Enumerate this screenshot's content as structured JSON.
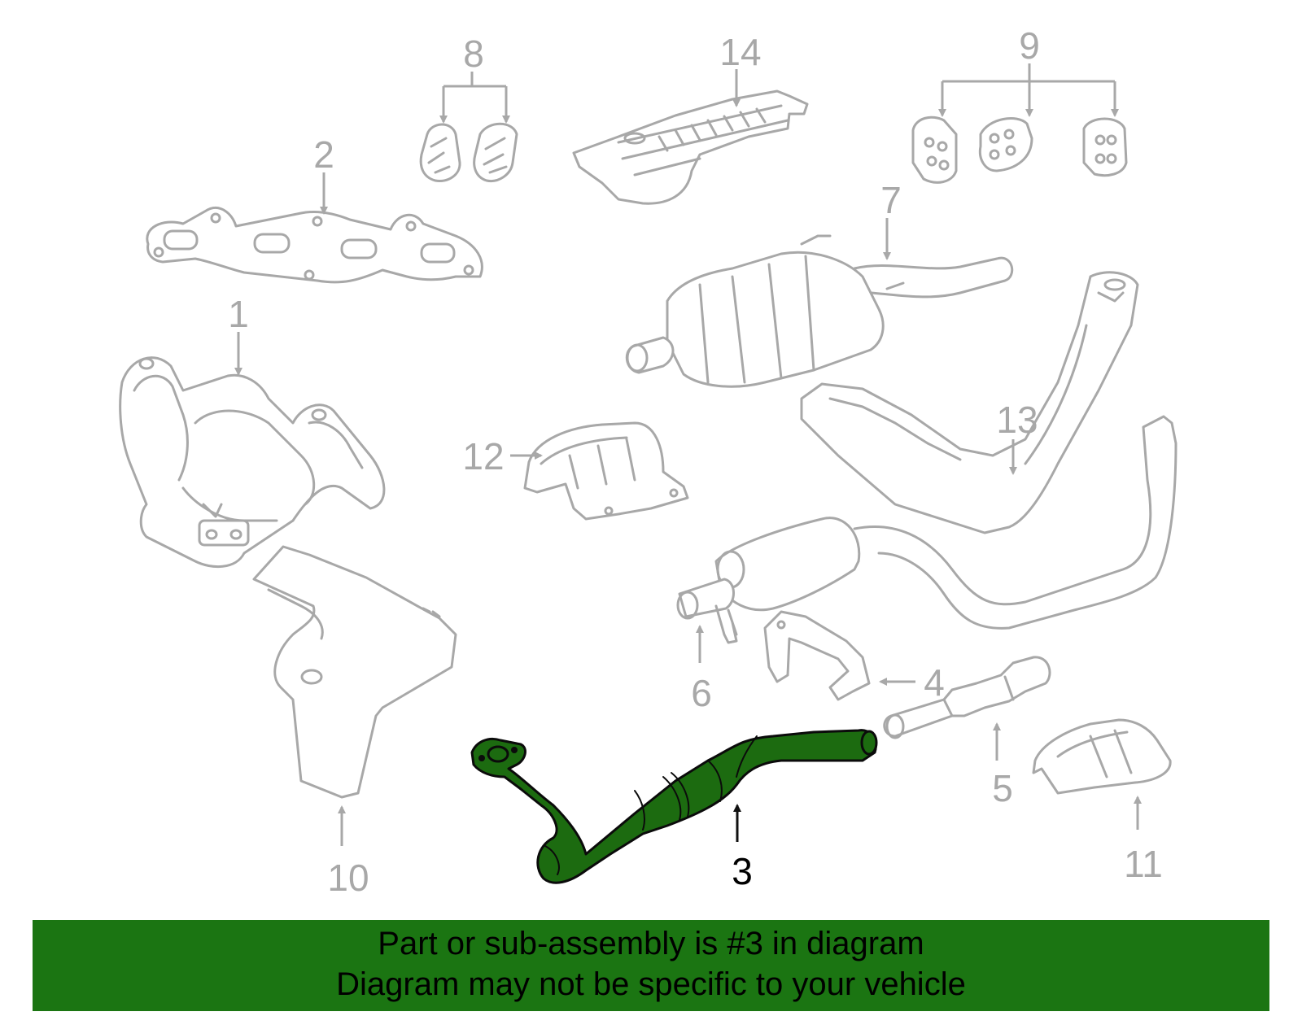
{
  "colors": {
    "highlight_part": "#1c6b10",
    "banner": "#1b7512",
    "outline": "#a8a8a8"
  },
  "callouts": [
    {
      "id": "1",
      "highlighted": false
    },
    {
      "id": "2",
      "highlighted": false
    },
    {
      "id": "3",
      "highlighted": true
    },
    {
      "id": "4",
      "highlighted": false
    },
    {
      "id": "5",
      "highlighted": false
    },
    {
      "id": "6",
      "highlighted": false
    },
    {
      "id": "7",
      "highlighted": false
    },
    {
      "id": "8",
      "highlighted": false
    },
    {
      "id": "9",
      "highlighted": false
    },
    {
      "id": "10",
      "highlighted": false
    },
    {
      "id": "11",
      "highlighted": false
    },
    {
      "id": "12",
      "highlighted": false
    },
    {
      "id": "13",
      "highlighted": false
    },
    {
      "id": "14",
      "highlighted": false
    }
  ],
  "banner": {
    "line1": "Part or sub-assembly is #3 in diagram",
    "line2": "Diagram may not be specific to your vehicle"
  }
}
